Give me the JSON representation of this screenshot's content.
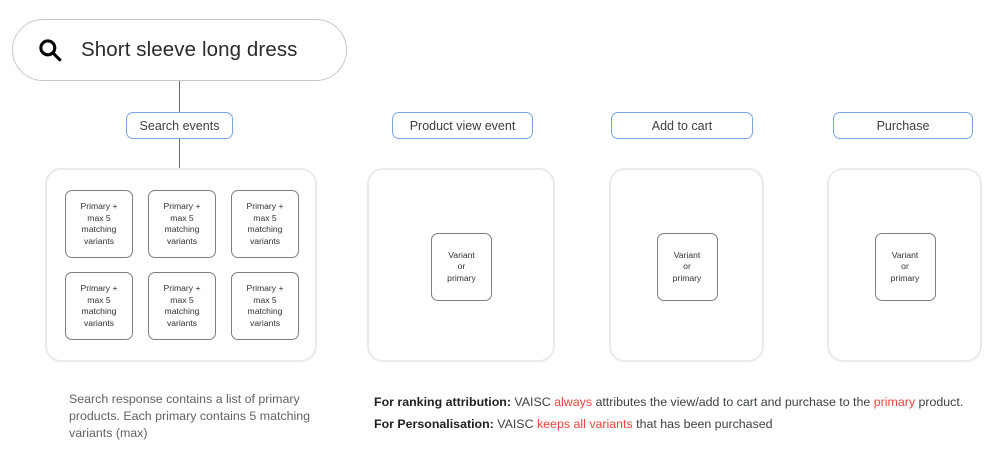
{
  "search": {
    "icon": "search-icon",
    "query": "Short sleeve long dress"
  },
  "stages": [
    {
      "label": "Search events"
    },
    {
      "label": "Product view event"
    },
    {
      "label": "Add to cart"
    },
    {
      "label": "Purchase"
    }
  ],
  "primary_card_text": "Primary +\nmax 5\nmatching\nvariants",
  "primary_cards": [
    "Primary +\nmax 5\nmatching\nvariants",
    "Primary +\nmax 5\nmatching\nvariants",
    "Primary +\nmax 5\nmatching\nvariants",
    "Primary +\nmax 5\nmatching\nvariants",
    "Primary +\nmax 5\nmatching\nvariants",
    "Primary +\nmax 5\nmatching\nvariants"
  ],
  "variant_card_text": "Variant\nor\nprimary",
  "captions": {
    "left": "Search response contains a list of primary products. Each primary contains 5 matching variants (max)"
  },
  "notes": {
    "ranking": {
      "label": "For ranking attribution:",
      "part1": " VAISC ",
      "highlight1": "always",
      "part2": " attributes the view/add to cart and purchase to the ",
      "highlight2": "primary",
      "part3": " product."
    },
    "personalisation": {
      "label": "For Personalisation:",
      "part1": " VAISC ",
      "highlight1": "keeps all variants",
      "part2": " that has been purchased"
    }
  },
  "colors": {
    "chip_border": "#7ba5f0",
    "panel_border": "#eaeaea",
    "card_border": "#7d7f84",
    "highlight": "#f4433c",
    "connector": "#6b6b6b"
  }
}
